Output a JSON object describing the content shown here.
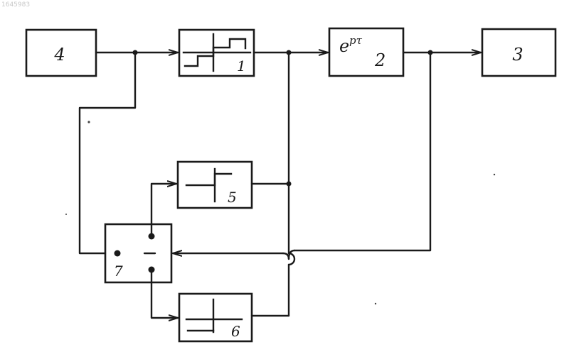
{
  "file_number": "1645983",
  "blocks": {
    "b1": {
      "label": "1"
    },
    "b2": {
      "label": "2",
      "formula_base": "e",
      "formula_exp": "pτ"
    },
    "b3": {
      "label": "3"
    },
    "b4": {
      "label": "4"
    },
    "b5": {
      "label": "5"
    },
    "b6": {
      "label": "6"
    },
    "b7": {
      "label": "7"
    }
  }
}
